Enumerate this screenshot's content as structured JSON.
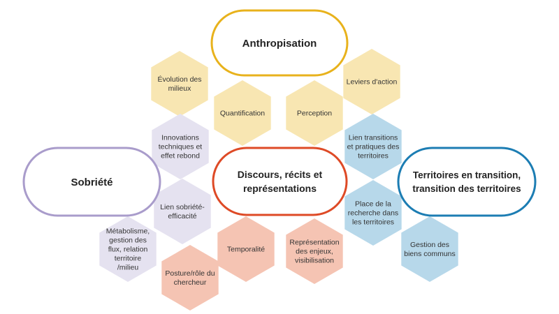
{
  "colors": {
    "yellow_ring": "#E8B21C",
    "red_ring": "#DE4A26",
    "purple_ring": "#A99CCB",
    "blue_ring": "#1C7DB3",
    "yellow_hex": "#F8E6B2",
    "purple_hex": "#E5E2F0",
    "blue_hex": "#B7D8EA",
    "salmon_hex": "#F5C4B3"
  },
  "pills": {
    "anthropisation": {
      "lines": [
        "Anthropisation"
      ]
    },
    "discours": {
      "lines": [
        "Discours, récits et",
        "représentations"
      ]
    },
    "sobriete": {
      "lines": [
        "Sobriété"
      ]
    },
    "territoires": {
      "lines": [
        "Territoires en transition,",
        "transition des territoires"
      ]
    }
  },
  "hexagons": {
    "evolution": {
      "lines": [
        "Évolution des",
        "milieux"
      ]
    },
    "leviers": {
      "lines": [
        "Leviers d'action"
      ]
    },
    "quantification": {
      "lines": [
        "Quantification"
      ]
    },
    "perception": {
      "lines": [
        "Perception"
      ]
    },
    "innovations": {
      "lines": [
        "Innovations",
        "techniques et",
        "effet rebond"
      ]
    },
    "lien_transitions": {
      "lines": [
        "Lien transitions",
        "et pratiques des",
        "territoires"
      ]
    },
    "lien_sobriete": {
      "lines": [
        "Lien sobriété-",
        "efficacité"
      ]
    },
    "place_recherche": {
      "lines": [
        "Place de la",
        "recherche dans",
        "les territoires"
      ]
    },
    "metabolisme": {
      "lines": [
        "Métabolisme,",
        "gestion des",
        "flux, relation",
        "territoire",
        "/milieu"
      ]
    },
    "temporalite": {
      "lines": [
        "Temporalité"
      ]
    },
    "representation_enjeux": {
      "lines": [
        "Représentation",
        "des enjeux,",
        "visibilisation"
      ]
    },
    "gestion_biens": {
      "lines": [
        "Gestion des",
        "biens communs"
      ]
    },
    "posture": {
      "lines": [
        "Posture/rôle du",
        "chercheur"
      ]
    }
  }
}
